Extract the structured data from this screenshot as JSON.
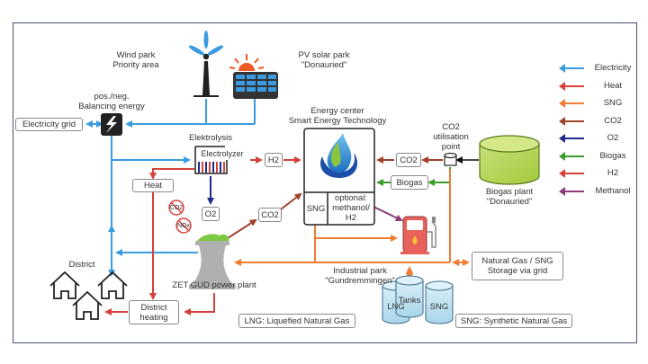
{
  "labels": {
    "wind_park": "Wind park\nPriority area",
    "wind_park_l1": "Wind park",
    "wind_park_l2": "Priority area",
    "pv_l1": "PV solar park",
    "pv_l2": "\"Donauried\"",
    "balancing_l1": "pos./neg.",
    "balancing_l2": "Balancing energy",
    "electricity_grid": "Electricity grid",
    "elektrolysis": "Elektrolysis",
    "electrolyzer": "Electrolyzer",
    "energy_center_l1": "Energy center",
    "energy_center_l2": "Smart Energy Technology",
    "co2_util_l1": "CO2",
    "co2_util_l2": "utilisation",
    "co2_util_l3": "point",
    "biogas_plant_l1": "Biogas plant",
    "biogas_plant_l2": "\"Donauried\"",
    "h2_box": "H2",
    "heat_box": "Heat",
    "o2_box": "O2",
    "co2_box_left": "CO2",
    "co2_box_right": "CO2",
    "biogas_box": "Biogas",
    "sng_cell": "SNG",
    "optional_l1": "optional:",
    "optional_l2": "methanol/",
    "optional_l3": "H2",
    "no_co2": "CO2",
    "no_nox": "NOx",
    "district": "District",
    "power_plant": "ZET GUD power plant",
    "district_heating_l1": "District",
    "district_heating_l2": "heating",
    "industrial_l1": "Industrial park",
    "industrial_l2": "\"Gundremmingen\"",
    "ng_storage_l1": "Natural Gas / SNG",
    "ng_storage_l2": "Storage via grid",
    "tank_lng": "LNG",
    "tank_tanks": "Tanks",
    "tank_sng": "SNG",
    "lng_note": "LNG: Liquefied Natural Gas",
    "sng_note": "SNG: Synthetic Natural Gas"
  },
  "legend": [
    {
      "label": "Electricity",
      "color": "#3a9be0"
    },
    {
      "label": "Heat",
      "color": "#d6403a"
    },
    {
      "label": "SNG",
      "color": "#f07c32"
    },
    {
      "label": "CO2",
      "color": "#a0412a"
    },
    {
      "label": "O2",
      "color": "#1f2a8a"
    },
    {
      "label": "Biogas",
      "color": "#3a9a2a"
    },
    {
      "label": "H2",
      "color": "#d6403a"
    },
    {
      "label": "Methanol",
      "color": "#8a3a7a"
    }
  ],
  "icons": {
    "wind_turbine": "wind-turbine-icon",
    "solar_panel": "solar-panel-icon",
    "balancing": "lightning-icon",
    "energy_drop": "flame-drop-icon",
    "fuel_pump": "fuel-pump-icon",
    "power_plant": "cooling-tower-icon",
    "houses": "house-icon",
    "biogas_tank": "cylinder-tank-icon"
  }
}
